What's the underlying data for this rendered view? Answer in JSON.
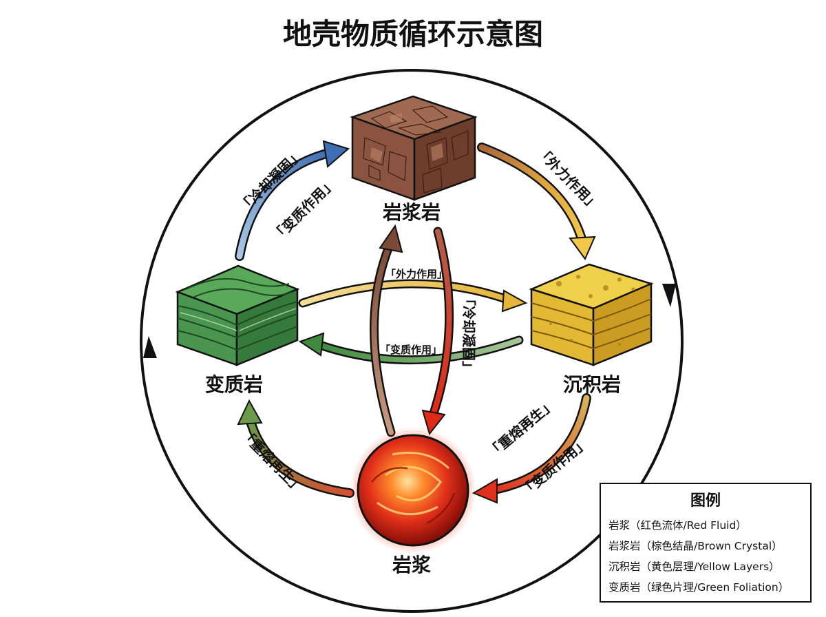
{
  "title": "地壳物质循环示意图",
  "nodes": {
    "igneous": "岩浆岩",
    "sedimentary": "沉积岩",
    "metamorphic": "变质岩",
    "magma": "岩浆"
  },
  "edges": {
    "cooling_outer": "「冷却凝固」",
    "metamorphism_outer_left": "「变质作用」",
    "weathering_outer": "「外力作用」",
    "weathering_inner": "「外力作用」",
    "metamorphism_inner": "「变质作用」",
    "cooling_inner": "「冷却凝固」",
    "remelting_left": "「重熔再生」",
    "remelting_right": "「重熔再生」",
    "metamorphism_outer_right": "「变质作用」"
  },
  "legend": {
    "title": "图例",
    "items": [
      "岩浆（红色流体/Red Fluid）",
      "岩浆岩（棕色结晶/Brown Crystal）",
      "沉积岩（黄色层理/Yellow Layers）",
      "变质岩（绿色片理/Green Foliation）"
    ]
  },
  "colors": {
    "magma": "#d8281a",
    "igneous": "#8a5a44",
    "sedimentary": "#e6c240",
    "metamorphic": "#4f9a4f",
    "cooling_arrow": "#4a78b8"
  },
  "icons": {
    "igneous": "igneous-rock-block-icon",
    "sedimentary": "sedimentary-rock-block-icon",
    "metamorphic": "metamorphic-rock-block-icon",
    "magma": "magma-sphere-icon"
  }
}
